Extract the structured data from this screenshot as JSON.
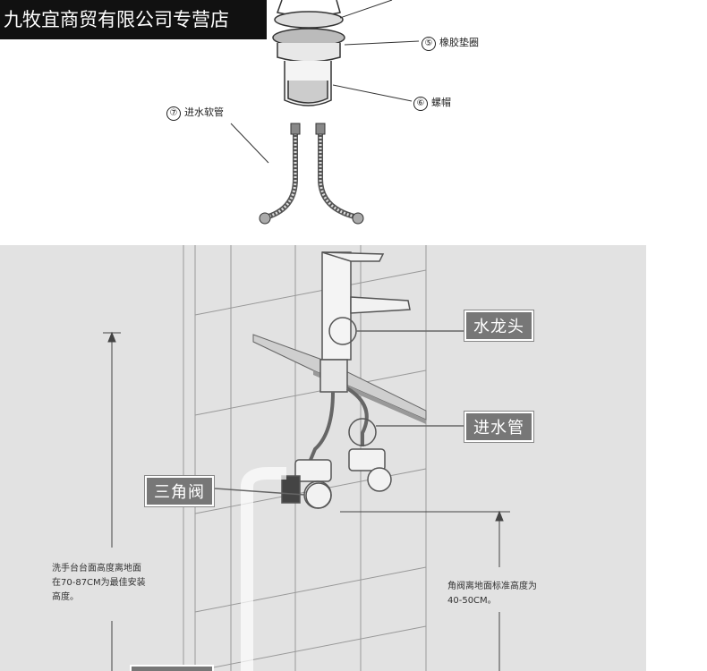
{
  "banner": {
    "text": "九牧宜商贸有限公司专营店"
  },
  "top_labels": {
    "gasket": {
      "num": "⑤",
      "text": "橡胶垫圈"
    },
    "nut": {
      "num": "⑥",
      "text": "螺帽"
    },
    "hose": {
      "num": "⑦",
      "text": "进水软管"
    }
  },
  "tags": {
    "faucet": "水龙头",
    "inlet_pipe": "进水管",
    "angle_valve": "三角阀"
  },
  "notes": {
    "basin_height": "洗手台台面高度离地面在70-87CM为最佳安装高度。",
    "basin_height_lines": [
      "洗手台台面高度离地面",
      "在70-87CM为最佳安装",
      "高度。"
    ],
    "valve_height_lines": [
      "角阀离地面标准高度为",
      "40-50CM。"
    ]
  },
  "colors": {
    "panel_bg": "#e2e2e2",
    "tag_bg": "#777777",
    "banner_bg": "#111111"
  }
}
